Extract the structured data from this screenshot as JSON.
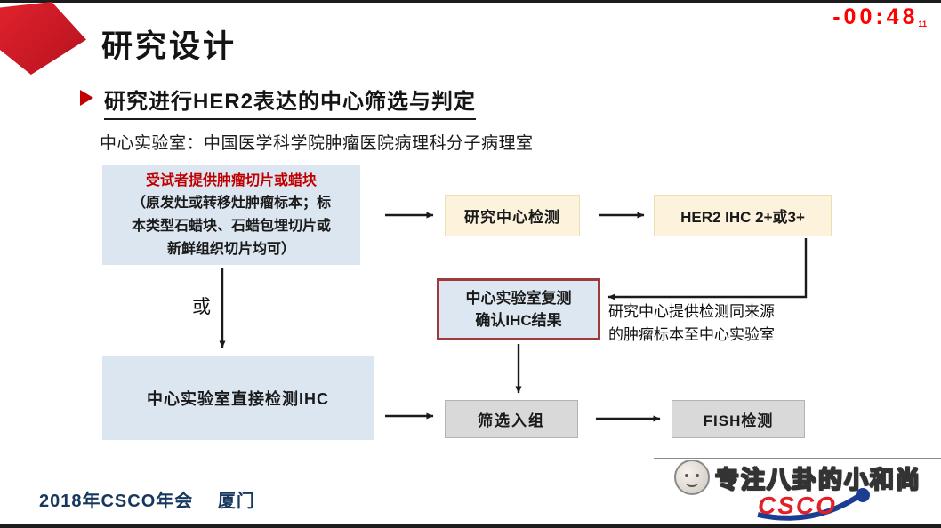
{
  "header": {
    "timer": "-00:48",
    "timer_sub": "11",
    "title": "研究设计",
    "bullet_title": "研究进行HER2表达的中心筛选与判定",
    "lab_line": "中心实验室：中国医学科学院肿瘤医院病理科分子病理室"
  },
  "flowchart": {
    "specimen": {
      "line1": "受试者提供肿瘤切片或蜡块",
      "line2": "（原发灶或转移灶肿瘤标本；标",
      "line3": "本类型石蜡块、石蜡包埋切片或",
      "line4": "新鲜组织切片均可）"
    },
    "center_test": "研究中心检测",
    "her2_result": "HER2 IHC 2+或3+",
    "or_label": "或",
    "retest": {
      "line1": "中心实验室复测",
      "line2": "确认IHC结果"
    },
    "note": {
      "line1": "研究中心提供检测同来源",
      "line2": "的肿瘤标本至中心实验室"
    },
    "direct_test": "中心实验室直接检测IHC",
    "screening": "筛选入组",
    "fish": "FISH检测"
  },
  "footer": {
    "event": "2018年CSCO年会　 厦门",
    "watermark": "专注八卦的小和尚",
    "logo_text": "CSCO"
  },
  "colors": {
    "accent_red": "#c00000",
    "timer_red": "#ff0000",
    "box_blue": "#dce6f1",
    "box_cream": "#fdf3dc",
    "box_gray": "#d9d9d9",
    "retest_border": "#9e3a3a",
    "footer_blue": "#17375d",
    "logo_red": "#e32028",
    "logo_blue": "#1b3e93"
  }
}
